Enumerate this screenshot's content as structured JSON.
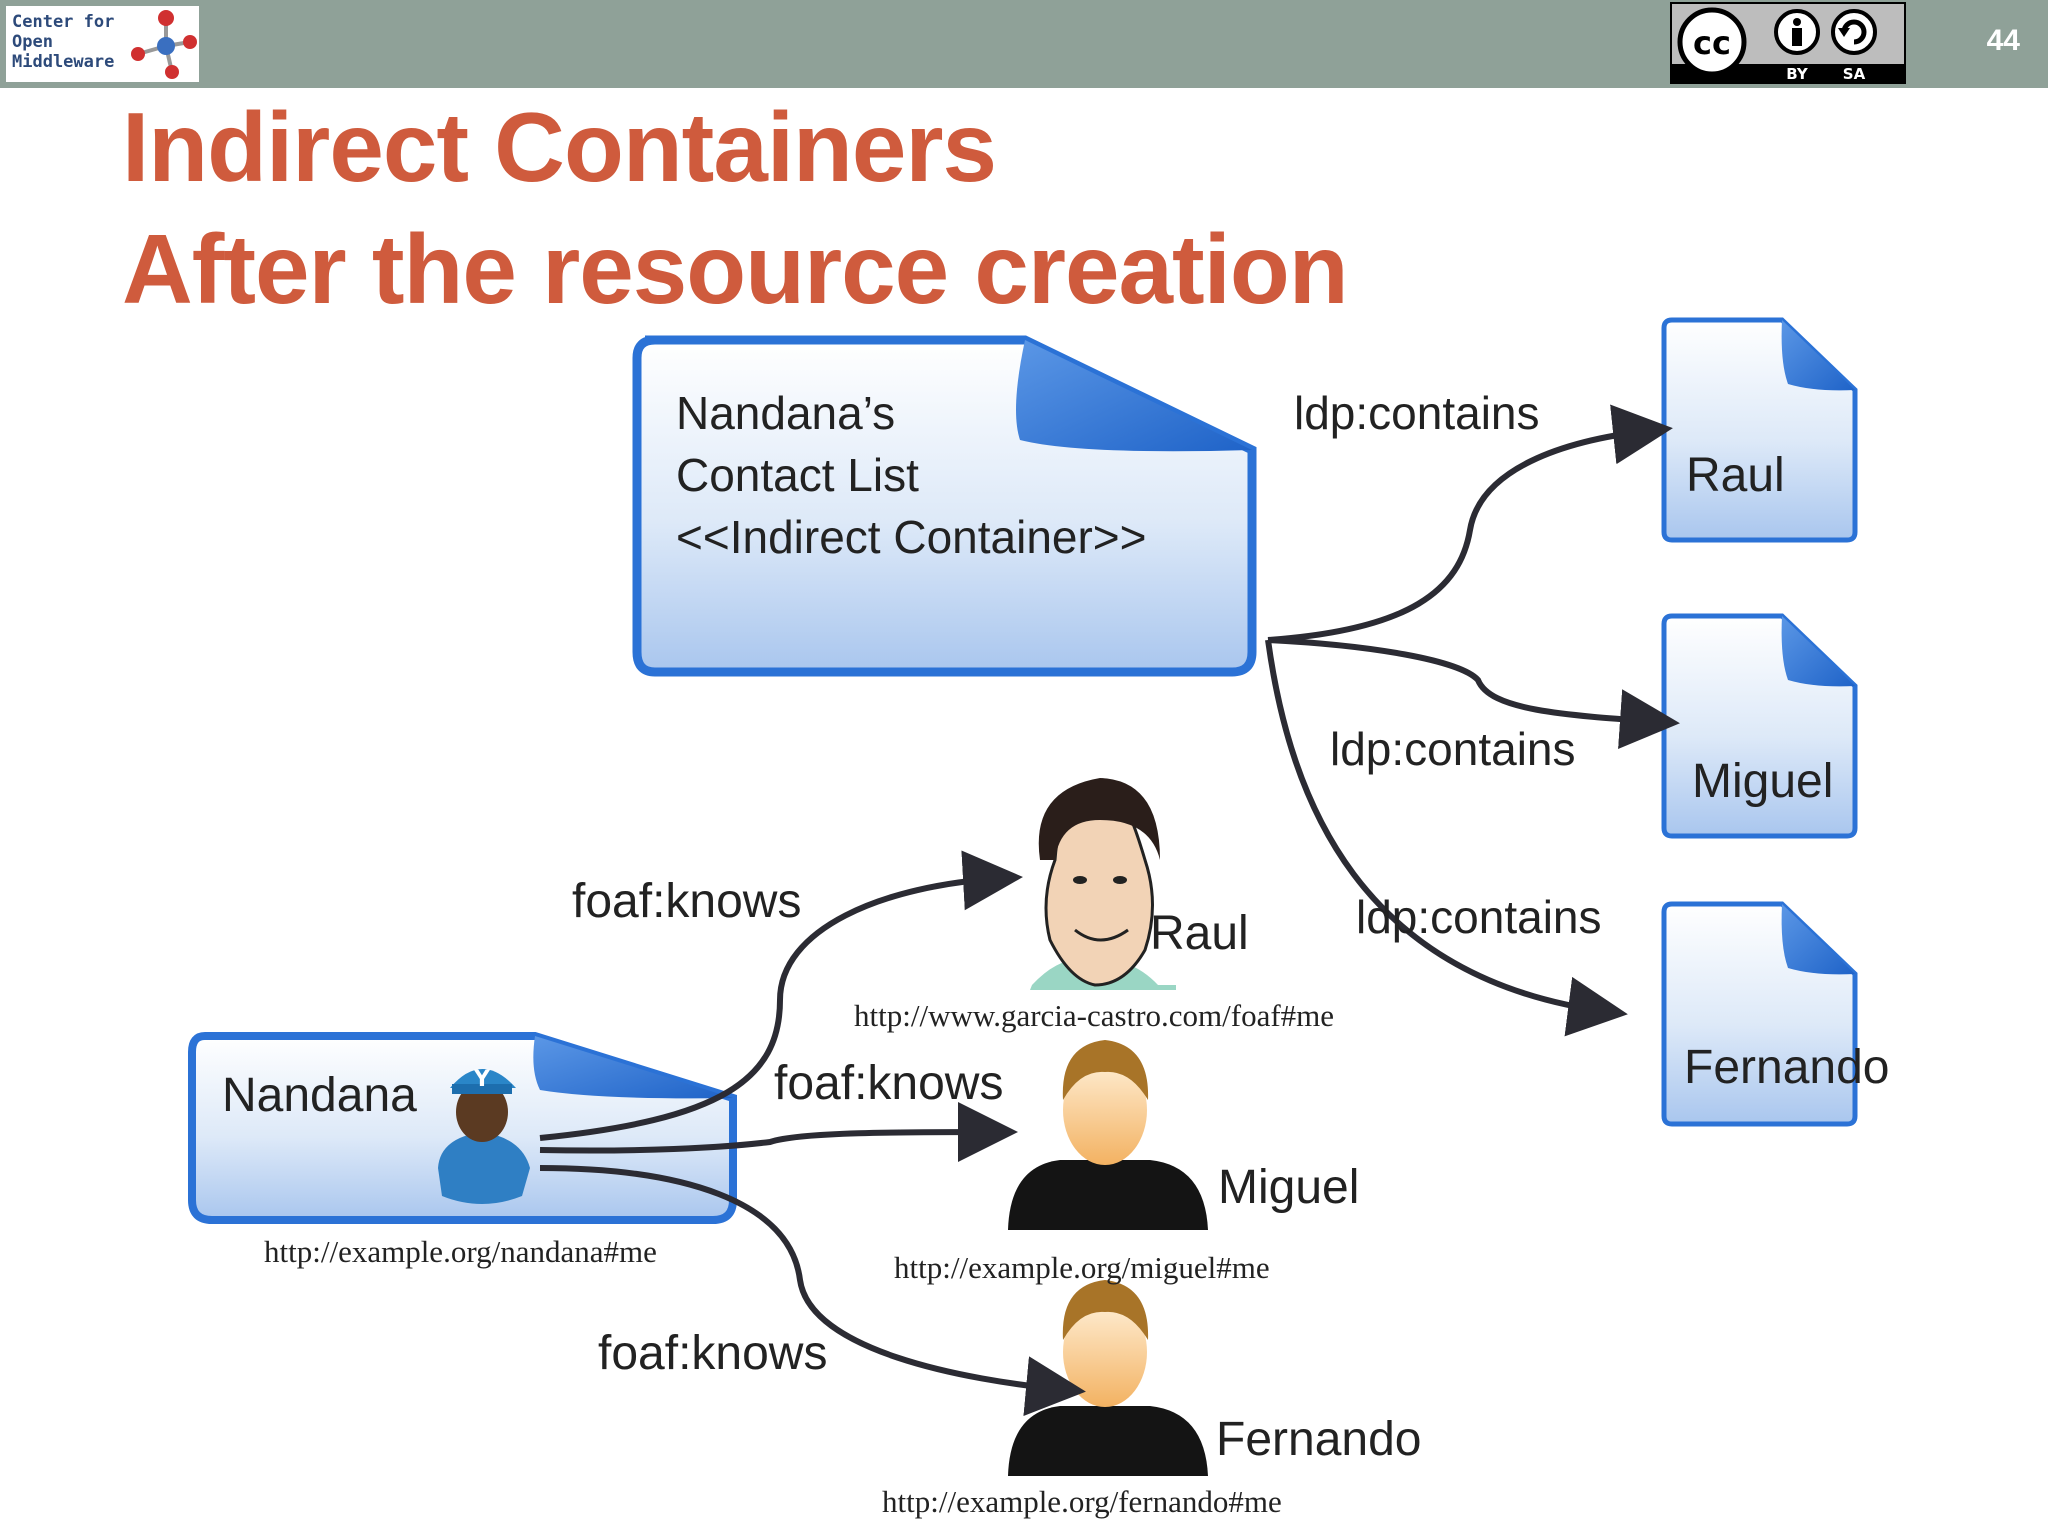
{
  "header": {
    "logo_lines": [
      "Center for",
      "Open",
      "Middleware"
    ],
    "license_labels": [
      "BY",
      "SA"
    ],
    "slide_number": "44"
  },
  "title": {
    "line1": "Indirect Containers",
    "line2": "After the resource creation"
  },
  "container": {
    "line1": "Nandana’s",
    "line2": "Contact List",
    "line3": "<<Indirect Container>>"
  },
  "contains_label": "ldp:contains",
  "contained_docs": [
    "Raul",
    "Miguel",
    "Fernando"
  ],
  "nandana": {
    "name": "Nandana",
    "uri": "http://example.org/nandana#me"
  },
  "knows_label": "foaf:knows",
  "persons": [
    {
      "name": "Raul",
      "uri": "http://www.garcia-castro.com/foaf#me"
    },
    {
      "name": "Miguel",
      "uri": "http://example.org/miguel#me"
    },
    {
      "name": "Fernando",
      "uri": "http://example.org/fernando#me"
    }
  ],
  "colors": {
    "topbar": "#8fa198",
    "title": "#cf5b3d",
    "doc_border": "#2b72d6",
    "doc_fill": "#cfe0f6",
    "arrow": "#2b2b33"
  }
}
